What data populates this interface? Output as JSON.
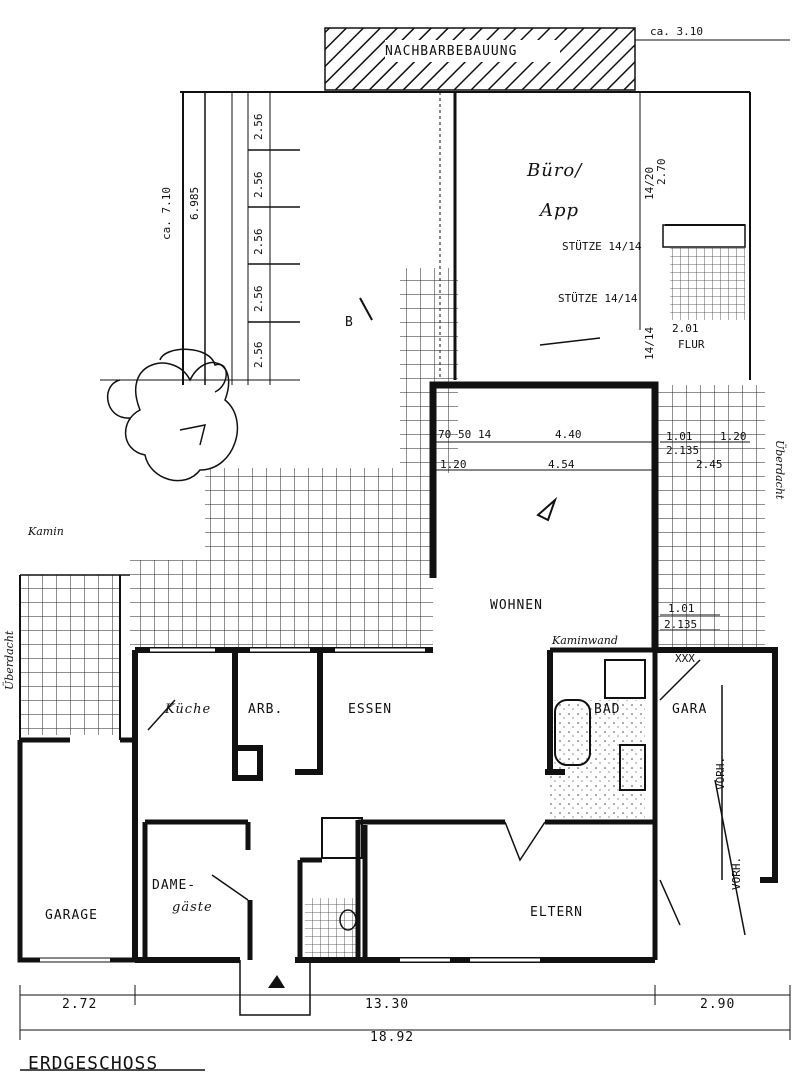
{
  "plan": {
    "title": "ERDGESCHOSS",
    "neighbor": "NACHBARBEBAUUNG",
    "neighbor_offset": "ca. 3.10",
    "rooms": {
      "buero": "Büro/",
      "buero_line2": "App",
      "wohnen": "WOHNEN",
      "essen": "ESSEN",
      "kueche": "Küche",
      "arb": "ARB.",
      "dame": "DAME-",
      "gaeste": "gäste",
      "garage_left": "GARAGE",
      "garage_right": "GARA",
      "eltern": "ELTERN",
      "bad": "BAD",
      "flur": "FLUR",
      "kamin": "Kamin",
      "kaminwand": "Kaminwand",
      "ueberdacht_left": "Überdacht",
      "ueberdacht_right": "Überdacht"
    },
    "annotations": {
      "stuetze_1": "STÜTZE 14/14",
      "stuetze_2": "STÜTZE 14/14",
      "vorh_1": "VORH.",
      "vorh_2": "VORH.",
      "section_b": "B",
      "xxx": "XXX"
    },
    "dimensions": {
      "d_272": "2.72",
      "d_1330": "13.30",
      "d_290": "2.90",
      "d_1892": "18.92",
      "d_454": "4.54",
      "d_440": "4.40",
      "d_120": "1.20",
      "d_70": "70",
      "d_50": "50",
      "d_14": "14",
      "d_101": "1.01",
      "d_120b": "1.20",
      "d_2135": "2.135",
      "d_245": "2.45",
      "d_101b": "1.01",
      "d_2135b": "2.135",
      "d_710": "ca. 7.10",
      "d_6985": "6.985",
      "d_256": "2.56",
      "d_1814": "14/20",
      "d_270": "2.70",
      "d_201": "2.01",
      "d_1414": "14/14"
    }
  }
}
